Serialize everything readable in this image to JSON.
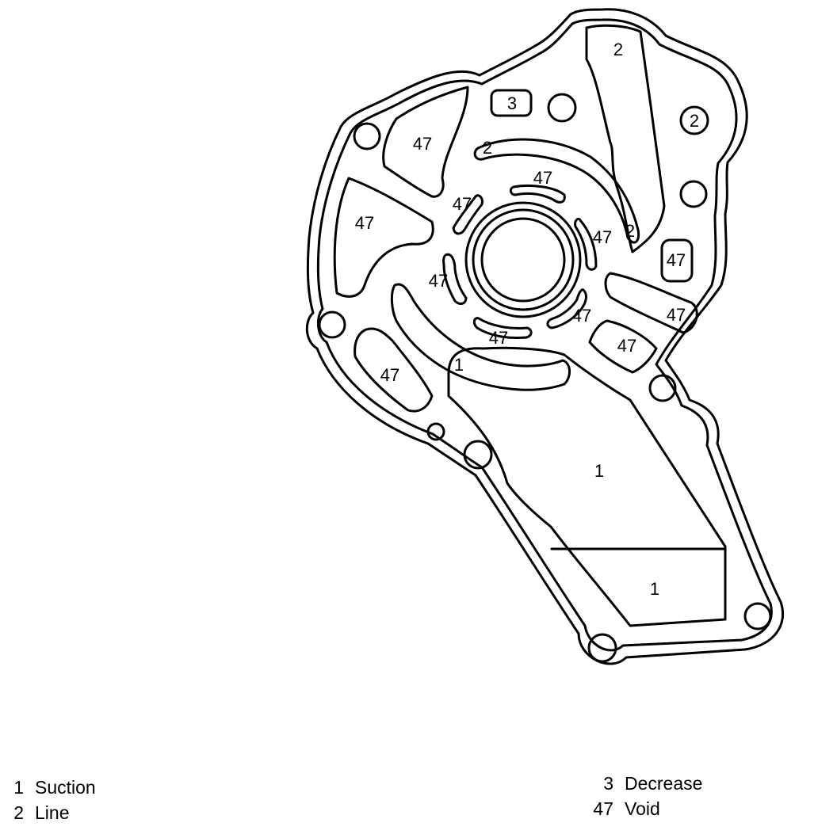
{
  "diagram": {
    "labels": {
      "top_right_passage": "2",
      "top_circle": "2",
      "decrease_port": "3",
      "upper_left_void": "47",
      "left_void": "47",
      "arc_left_line": "2",
      "inner_top_void": "47",
      "inner_left_upper_void": "47",
      "inner_right_void": "47",
      "arc_right_line": "2",
      "right_void": "47",
      "inner_left_lower_void": "47",
      "right_lower_void": "47",
      "inner_right_lower_void": "47",
      "inner_bottom_void": "47",
      "lower_right_void": "47",
      "suction_arc": "1",
      "lower_left_void": "47",
      "suction_main": "1",
      "suction_bottom": "1"
    }
  },
  "legend": {
    "left": [
      {
        "num": "1",
        "text": "Suction"
      },
      {
        "num": "2",
        "text": "Line"
      }
    ],
    "right": [
      {
        "num": "3",
        "text": "Decrease"
      },
      {
        "num": "47",
        "text": "Void"
      }
    ]
  }
}
